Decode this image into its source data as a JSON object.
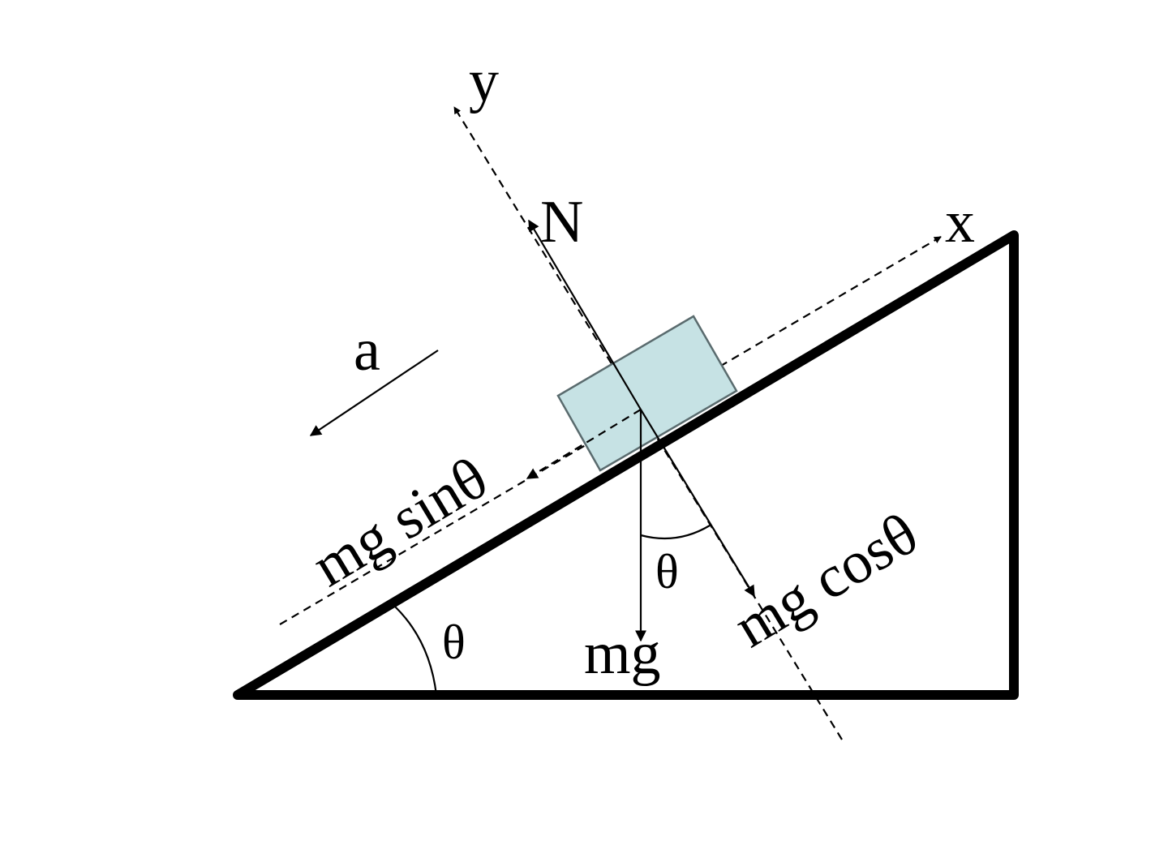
{
  "labels": {
    "y_axis": "y",
    "x_axis": "x",
    "normal": "N",
    "acceleration": "a",
    "parallel_component": "mg sinθ",
    "perpendicular_component": "mg cosθ",
    "weight": "mg",
    "incline_angle": "θ",
    "force_angle": "θ"
  },
  "colors": {
    "block_fill": "#c6e2e4",
    "block_stroke": "#5a6b6e",
    "line": "#000000"
  }
}
